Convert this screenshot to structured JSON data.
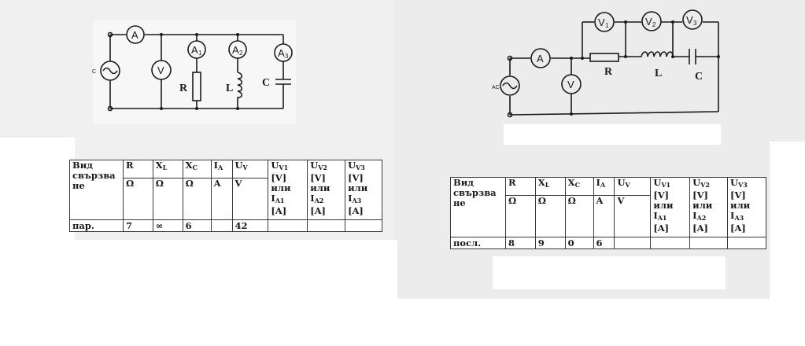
{
  "left_circuit": {
    "source_label": "C",
    "meters": {
      "ammeter_main": "A",
      "voltmeter": "V",
      "a1": "A",
      "a1_sub": "1",
      "a2": "A",
      "a2_sub": "2",
      "a3": "A",
      "a3_sub": "3"
    },
    "components": {
      "r": "R",
      "l": "L",
      "c": "C"
    }
  },
  "right_circuit": {
    "source_label": "AC",
    "meters": {
      "ammeter": "A",
      "voltmeter": "V",
      "v1": "V",
      "v1_sub": "1",
      "v2": "V",
      "v2_sub": "2",
      "v3": "V",
      "v3_sub": "3"
    },
    "components": {
      "r": "R",
      "l": "L",
      "c": "C"
    }
  },
  "left_table": {
    "headers": {
      "conn_a": "Вид",
      "conn_b": "свързва",
      "conn_c": "не",
      "r": "R",
      "xl": "X",
      "xl_sub": "L",
      "xc": "X",
      "xc_sub": "C",
      "ia": "I",
      "ia_sub": "A",
      "uv": "U",
      "uv_sub": "V",
      "m1_top": "U",
      "m1_top_sub": "V1",
      "m2_top": "U",
      "m2_top_sub": "V2",
      "m3_top": "U",
      "m3_top_sub": "V3"
    },
    "units": {
      "r": "Ω",
      "xl": "Ω",
      "xc": "Ω",
      "ia": "A",
      "uv": "V",
      "m1_a": "[V]",
      "m1_b": "или",
      "m1_c": "I",
      "m1_c_sub": "A1",
      "m1_d": "[A]",
      "m2_a": "[V]",
      "m2_b": "или",
      "m2_c": "I",
      "m2_c_sub": "A2",
      "m2_d": "[A]",
      "m3_a": "[V]",
      "m3_b": "или",
      "m3_c": "I",
      "m3_c_sub": "A3",
      "m3_d": "[A]"
    },
    "row": {
      "conn": "пар.",
      "r": "7",
      "xl": "∞",
      "xc": "6",
      "ia": "",
      "uv": "42",
      "m1": "",
      "m2": "",
      "m3": ""
    }
  },
  "right_table": {
    "headers": {
      "conn_a": "Вид",
      "conn_b": "свързва",
      "conn_c": "не",
      "r": "R",
      "xl": "X",
      "xl_sub": "L",
      "xc": "X",
      "xc_sub": "C",
      "ia": "I",
      "ia_sub": "A",
      "uv": "U",
      "uv_sub": "V",
      "m1_top": "U",
      "m1_top_sub": "V1",
      "m2_top": "U",
      "m2_top_sub": "V2",
      "m3_top": "U",
      "m3_top_sub": "V3"
    },
    "units": {
      "r": "Ω",
      "xl": "Ω",
      "xc": "Ω",
      "ia": "A",
      "uv": "V",
      "m1_a": "[V]",
      "m1_b": "или",
      "m1_c": "I",
      "m1_c_sub": "A1",
      "m1_d": "[A]",
      "m2_a": "[V]",
      "m2_b": "или",
      "m2_c": "I",
      "m2_c_sub": "A2",
      "m2_d": "[A]",
      "m3_a": "[V]",
      "m3_b": "или",
      "m3_c": "I",
      "m3_c_sub": "A3",
      "m3_d": "[A]"
    },
    "row": {
      "conn": "посл.",
      "r": "8",
      "xl": "9",
      "xc": "0",
      "ia": "6",
      "uv": "",
      "m1": "",
      "m2": "",
      "m3": ""
    }
  }
}
